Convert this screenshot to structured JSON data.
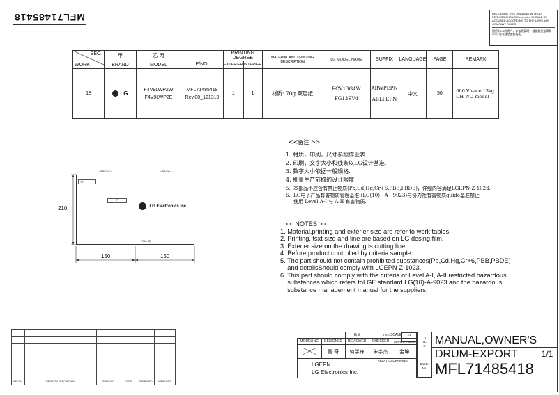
{
  "doc_number_rotated": "MFL71485418",
  "release_notice": {
    "en": "RELEASING THIS DRAWING WITHOUT PERMISSIONS LG Electronics SHOULD BE ACCUSED ACCORDING TO THE LAWS AGN COMPANY RULES.",
    "cn": "图纸为LG的资产，非法泄漏时，根据相关法律和LG公司内规定追究责任。"
  },
  "spec_table": {
    "headers": {
      "sec": "SEC.",
      "work": "WORK",
      "jia": "甲",
      "brand": "BRAND",
      "yibing": "乙 丙",
      "model": "MODEL",
      "pno": "P/NO.",
      "printing_degree": "PRINTING DEGREE",
      "exterier": "EXTERIER",
      "interier": "INTERIER",
      "material": "MATERIAL AND PRINTING DESCRIPTION",
      "lg_model": "LG MODEL NAME",
      "suffix": "SUFFIX",
      "language": "LANGUAGE",
      "page": "PAGE",
      "remark": "REMARK"
    },
    "row": {
      "work": "18",
      "brand": "LG",
      "model_1": "F4V9LWP2W",
      "model_2": "F4V9LWP2E",
      "pno_1": "MFL71485418",
      "pno_2": "Rev.00_121319",
      "exterier": "1",
      "interier": "1",
      "material": "材质: 70g 双层纸",
      "lg_model_1": "FCV13G4W",
      "lg_model_2": "FG13BV4",
      "suffix_1": "ABWPEPN",
      "suffix_2": "ABLPEPN",
      "language": "中文",
      "page": "50",
      "remark": "600 Vivace 13kg CH WO model"
    }
  },
  "diagram": {
    "front_label": "<FRONT>",
    "back_label": "<BACK>",
    "tf_label": "TF",
    "yi_label": "乙",
    "logo_text": "LG Electronics Inc.",
    "pno_small": "P/NO. 丙",
    "dim_height": "210",
    "dim_width_left": "150",
    "dim_width_right": "150"
  },
  "notes_cn": {
    "title": "<<备注 >>",
    "items": [
      "1.  材质，印刷，尺寸参照作业表.",
      "2.  印刷，文字大小和线条以LG设计基准.",
      "3.  数字大小依据一般规格.",
      "4.  批量生产前取的设计限度.",
      "5.  本部品不应含有禁止物质(Pb,Cd,Hg,Cr+6,PBB,PBDE)，详细内容满足LGEPN-Z-1023.",
      "6.  LG电子产品有害物质管理基准 (LG(10) - A - 9023)与协力社有害物质guide基准禁止",
      "     使用 Level A-I 与 A-II 有害物质."
    ]
  },
  "notes_en": {
    "title": "<< NOTES >>",
    "items": [
      "1. Material,printing and exterier size are refer to work tables.",
      "2. Printing, tsxt  size and line are based on LG desing film.",
      "3. Exterier size on the drawing is cutting line.",
      "4. Before product controlled by criteria sample.",
      "5. The part should not contain prohibited substances(Pb,Cd,Hg,Cr+6,PBB,PBDE)",
      "    and detailsShould comply with LGEPN-Z-1023.",
      "6. This part should comply with the criteria of Level A-I, A-II restricted hazardous",
      "    substances which refers toLGE standard LG(10)-A-9023 and the hazardous",
      "    substance management manual for the suppliers."
    ]
  },
  "revision_block": {
    "headers": [
      "REV.No.",
      "REVISION DESCRIPTION",
      "PERM.NO.",
      "DATE",
      "PREPARED",
      "APPROVED"
    ]
  },
  "title_block": {
    "unit": "Unit",
    "unit_value": "mm",
    "scale": "SCALE",
    "scale_value": "1/1",
    "title_vertical": "TITLE",
    "modeling": "MODELING",
    "designed": "DESIGNED",
    "reviewed": "REVIEWED",
    "checked": "CHECKED",
    "approved": "APPROVALED",
    "designed_name": "吴 奇",
    "reviewed_name": "何学锋",
    "checked_name": "朱宇杰",
    "approved_name": "金坤",
    "company_short": "LGEPN",
    "company_full": "LG Electronics Inc.",
    "related_drawing": "RELATED DRAWING",
    "dwg_no": "DWG. No.",
    "title_1": "MANUAL,OWNER'S",
    "title_2": "DRUM-EXPORT",
    "sheet": "1/1",
    "drawing_number": "MFL71485418"
  }
}
